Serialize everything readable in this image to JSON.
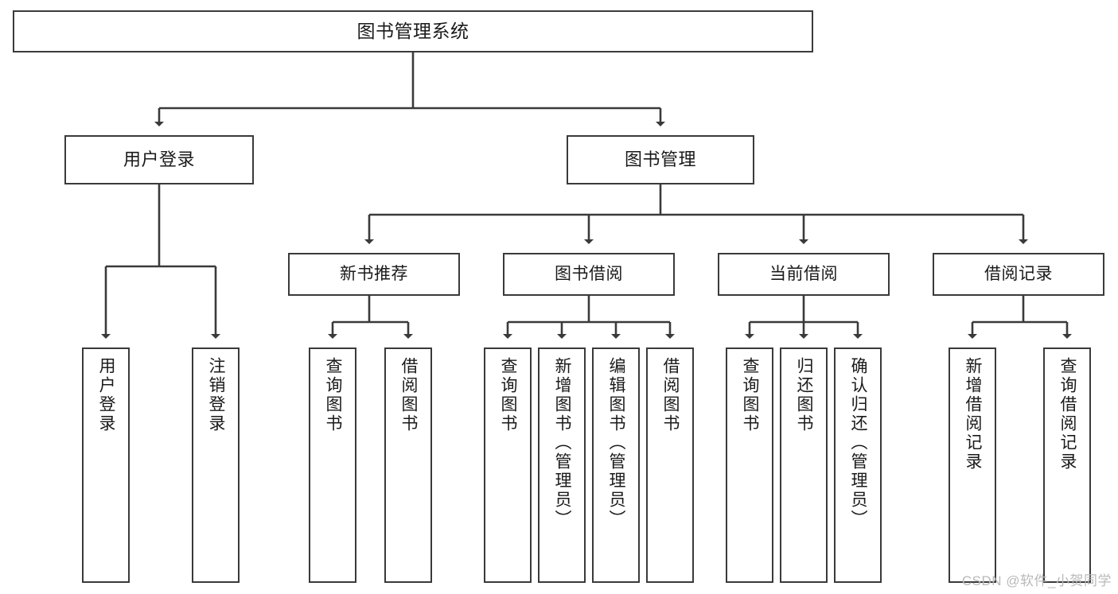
{
  "diagram": {
    "title": "图书管理系统",
    "type": "hierarchy-tree",
    "watermark": "CSDN @软件_小贺同学",
    "colors": {
      "box_border": "#3a3a3a",
      "box_fill": "#ffffff",
      "connector": "#3a3a3a",
      "text": "#1a1a1a",
      "watermark": "#b9b9b9"
    }
  },
  "nodes": {
    "root": {
      "label": "图书管理系统"
    },
    "level2": [
      {
        "id": "user-login",
        "label": "用户登录"
      },
      {
        "id": "book-manage",
        "label": "图书管理"
      }
    ],
    "level3": [
      {
        "id": "new-book-rec",
        "label": "新书推荐"
      },
      {
        "id": "book-borrow",
        "label": "图书借阅"
      },
      {
        "id": "current-borrow",
        "label": "当前借阅"
      },
      {
        "id": "borrow-record",
        "label": "借阅记录"
      }
    ],
    "leaves": {
      "user_login": [
        {
          "id": "leaf-user-login",
          "label": "用户登录"
        },
        {
          "id": "leaf-logout",
          "label": "注销登录"
        }
      ],
      "new_book_rec": [
        {
          "id": "leaf-query-book-1",
          "label": "查询图书"
        },
        {
          "id": "leaf-borrow-book-1",
          "label": "借阅图书"
        }
      ],
      "book_borrow": [
        {
          "id": "leaf-query-book-2",
          "label": "查询图书"
        },
        {
          "id": "leaf-add-book",
          "label": "新增图书（管理员）"
        },
        {
          "id": "leaf-edit-book",
          "label": "编辑图书（管理员）"
        },
        {
          "id": "leaf-borrow-book-2",
          "label": "借阅图书"
        }
      ],
      "current_borrow": [
        {
          "id": "leaf-query-book-3",
          "label": "查询图书"
        },
        {
          "id": "leaf-return-book",
          "label": "归还图书"
        },
        {
          "id": "leaf-confirm-return",
          "label": "确认归还（管理员）"
        }
      ],
      "borrow_record": [
        {
          "id": "leaf-add-record",
          "label": "新增借阅记录"
        },
        {
          "id": "leaf-query-record",
          "label": "查询借阅记录"
        }
      ]
    }
  }
}
